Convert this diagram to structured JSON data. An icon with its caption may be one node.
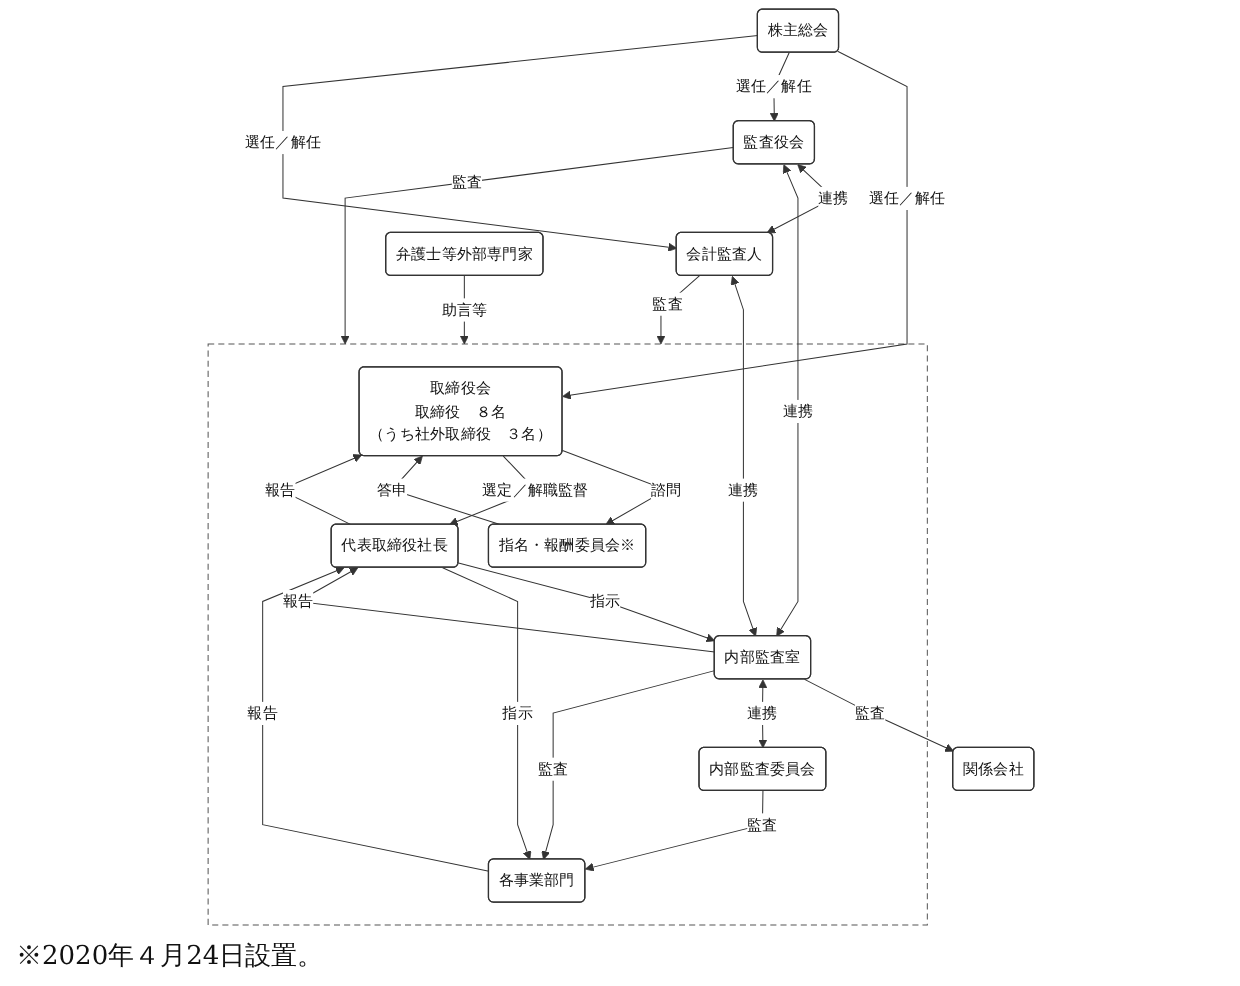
{
  "diagram": {
    "nodes": [
      {
        "text": [
          "株主総会"
        ]
      },
      {
        "text": [],
        "shape": "box"
      },
      {
        "text": [
          "取締役会",
          "取締役　８名",
          "（うち社外取締役　３名）"
        ],
        "in": 1
      },
      {
        "text": [
          "指名・報酬委員会※"
        ],
        "in": 1
      },
      {
        "text": [
          "監査役会"
        ]
      },
      {
        "text": [
          "会計監査人"
        ]
      },
      {
        "text": [
          "代表取締役社長"
        ],
        "in": 1
      },
      {
        "text": [
          "内部監査室"
        ],
        "in": 1
      },
      {
        "text": [
          "関係会社"
        ]
      },
      {
        "text": [
          "内部監査委員会"
        ],
        "in": 1
      },
      {
        "text": [
          "各事業部門"
        ],
        "in": 1
      },
      {
        "text": [
          "弁護士等外部専門家"
        ]
      }
    ],
    "edges": [
      {
        "from": 0,
        "to": 2,
        "arrow": "to",
        "label": "選任／解任"
      },
      {
        "from": 0,
        "to": 4,
        "arrow": "to",
        "label": "選任／解任"
      },
      {
        "from": 0,
        "to": 5,
        "arrow": "to",
        "label": "選任／解任"
      },
      {
        "from": 2,
        "to": 3,
        "arrow": "to",
        "label": "諮問"
      },
      {
        "from": 3,
        "to": 2,
        "arrow": "to",
        "label": "答申"
      },
      {
        "from": 4,
        "to": 1,
        "arrow": "to",
        "label": "監査"
      },
      {
        "from": 4,
        "to": 5,
        "arrow": "both",
        "label": "連携"
      },
      {
        "from": 5,
        "to": 1,
        "arrow": "to",
        "label": "監査"
      },
      {
        "from": 2,
        "to": 6,
        "arrow": "to",
        "label": "選定／解職監督"
      },
      {
        "from": 6,
        "to": 2,
        "arrow": "to",
        "label": "報告"
      },
      {
        "from": 4,
        "to": 7,
        "arrow": "both",
        "label": "連携"
      },
      {
        "from": 5,
        "to": 7,
        "arrow": "both",
        "label": "連携"
      },
      {
        "from": 6,
        "to": 7,
        "arrow": "to",
        "label": "指示"
      },
      {
        "from": 7,
        "to": 6,
        "arrow": "to",
        "label": "報告"
      },
      {
        "from": 7,
        "to": 8,
        "arrow": "to",
        "label": "監査"
      },
      {
        "from": 7,
        "to": 9,
        "arrow": "both",
        "label": "連携"
      },
      {
        "from": 6,
        "to": 10,
        "arrow": "to",
        "label": "指示"
      },
      {
        "from": 10,
        "to": 6,
        "arrow": "to",
        "label": "報告"
      },
      {
        "from": 7,
        "to": 10,
        "arrow": "to",
        "label": "監査"
      },
      {
        "from": 9,
        "to": 10,
        "arrow": "to",
        "label": "監査"
      },
      {
        "from": 11,
        "to": 1,
        "arrow": "to",
        "label": "助言等"
      }
    ],
    "labels": [
      "※2020年４月24日設置。"
    ]
  }
}
